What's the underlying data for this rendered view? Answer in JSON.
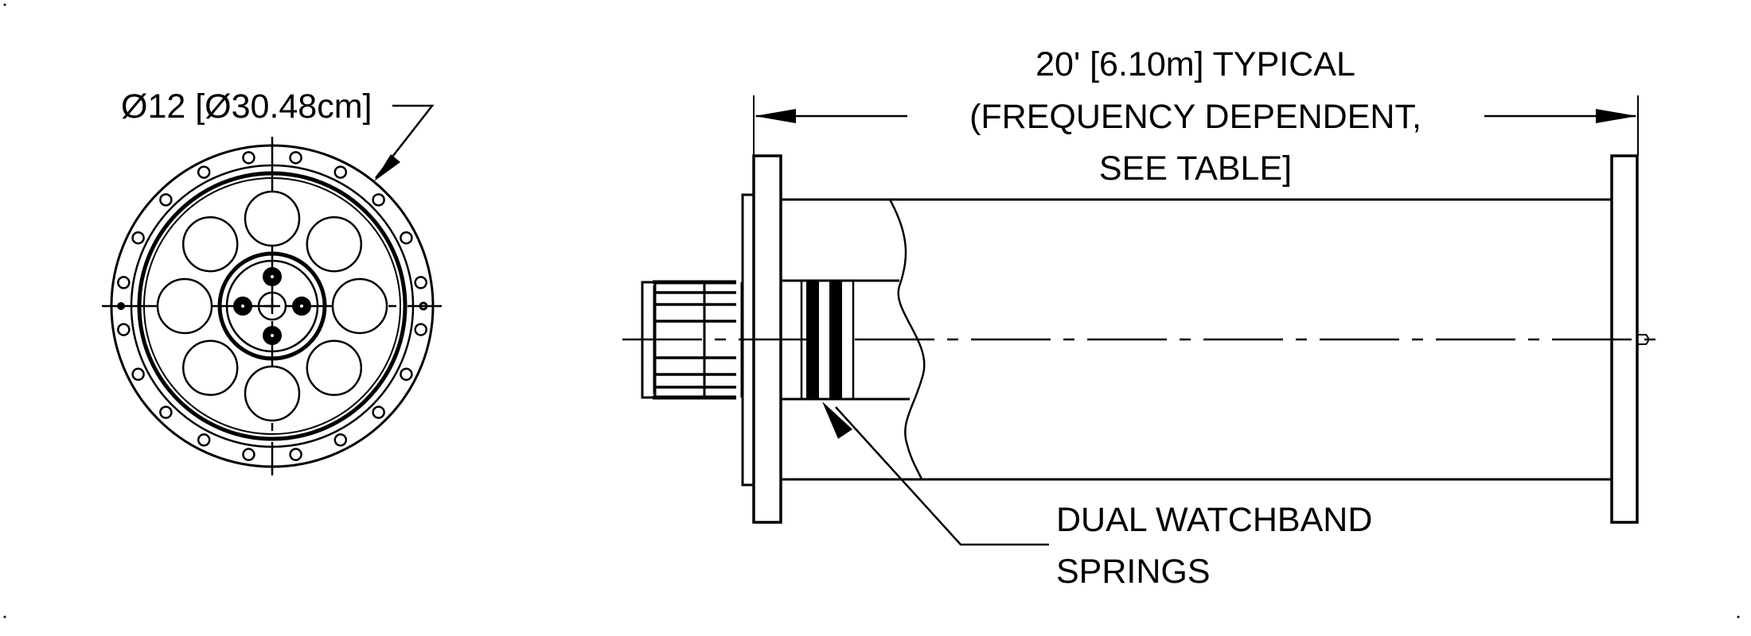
{
  "end_view": {
    "diameter_label": "Ø12 [Ø30.48cm]",
    "bolt_hole_count": 20,
    "port_count": 8
  },
  "side_view": {
    "length_label_lines": [
      "20' [6.10m] TYPICAL",
      "(FREQUENCY DEPENDENT,",
      "SEE TABLE]"
    ],
    "springs_label_lines": [
      "DUAL WATCHBAND",
      "SPRINGS"
    ]
  },
  "colors": {
    "ink": "#000000",
    "paper": "#ffffff"
  }
}
